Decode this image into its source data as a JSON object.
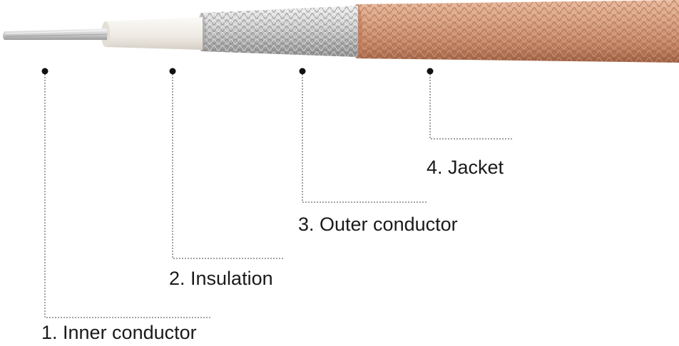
{
  "diagram": {
    "callouts": [
      {
        "number": "1.",
        "label": "1. Inner conductor"
      },
      {
        "number": "2.",
        "label": "2. Insulation"
      },
      {
        "number": "3.",
        "label": "3. Outer conductor"
      },
      {
        "number": "4.",
        "label": "4. Jacket"
      }
    ]
  },
  "colors": {
    "jacket_copper": "#d39a7a",
    "jacket_copper_dark": "#a9694b",
    "braid_silver": "#c9c9c9",
    "insulation_white": "#f4f2ee",
    "inner_wire": "#d8d8d8",
    "leader_line": "#444444",
    "text": "#1a1a1a"
  }
}
